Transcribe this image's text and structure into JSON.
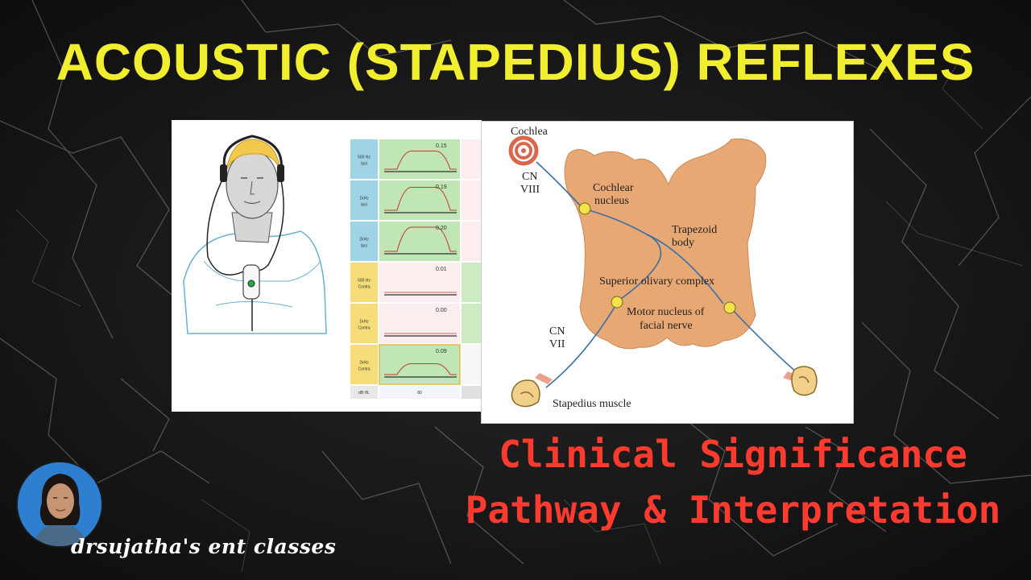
{
  "title": "ACOUSTIC (STAPEDIUS) REFLEXES",
  "subtitle_line1": "Clinical Significance",
  "subtitle_line2": "Pathway & Interpretation",
  "channel_name": "drsujatha's ent classes",
  "reflex_table": {
    "rows": [
      {
        "label_line1": "500 Hz",
        "label_line2": "Ipsi",
        "value": "0.15",
        "reflex": true
      },
      {
        "label_line1": "1kHz",
        "label_line2": "Ipsi",
        "value": "0.19",
        "reflex": true
      },
      {
        "label_line1": "2kHz",
        "label_line2": "Ipsi",
        "value": "0.20",
        "reflex": true
      },
      {
        "label_line1": "500 Hz",
        "label_line2": "Contra",
        "value": "0.01",
        "reflex": false
      },
      {
        "label_line1": "1kHz",
        "label_line2": "Contra",
        "value": "0.00",
        "reflex": false
      },
      {
        "label_line1": "2kHz",
        "label_line2": "Contra",
        "value": "0.09",
        "reflex": true
      }
    ],
    "footer_label": "dB HL",
    "footer_value": "80"
  },
  "pathway_labels": {
    "cochlea": "Cochlea",
    "cn8_a": "CN",
    "cn8_b": "VIII",
    "cochlear_nucleus_a": "Cochlear",
    "cochlear_nucleus_b": "nucleus",
    "trapezoid_a": "Trapezoid",
    "trapezoid_b": "body",
    "soc": "Superior olivary complex",
    "motor_a": "Motor nucleus of",
    "motor_b": "facial nerve",
    "cn7_a": "CN",
    "cn7_b": "VII",
    "stapedius": "Stapedius muscle"
  },
  "colors": {
    "title": "#f1ee2f",
    "subtitle": "#ff3b2f",
    "brainstem": "#e8a874",
    "nerve": "#3a6fa8",
    "nucleus": "#f3e24a",
    "ipsi_label": "#9fd3e6",
    "contra_label": "#f6dd7a",
    "reflex_green": "#bfe6b4"
  }
}
